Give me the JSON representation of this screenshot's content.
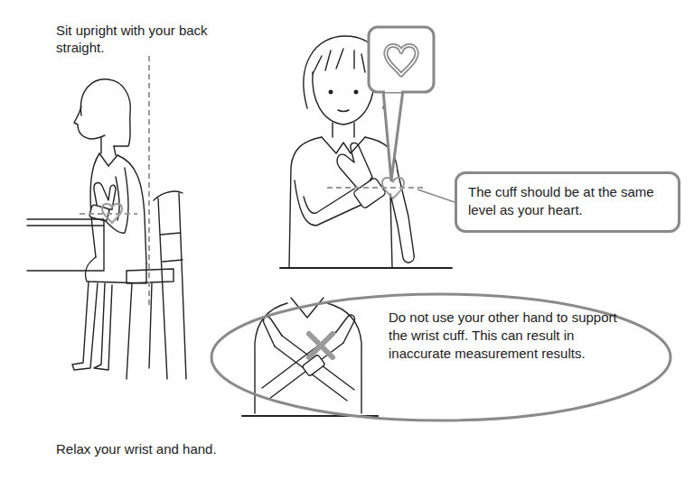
{
  "diagram": {
    "nodes": [
      {
        "text": [
          "The cuff should be at the same level as your heart."
        ]
      },
      {
        "text": [
          "Do not use your other hand to support the wrist cuff. This can result in inaccurate measurement results."
        ]
      }
    ],
    "labels": [
      "Sit upright with your back straight.",
      "Relax your wrist and hand."
    ]
  }
}
